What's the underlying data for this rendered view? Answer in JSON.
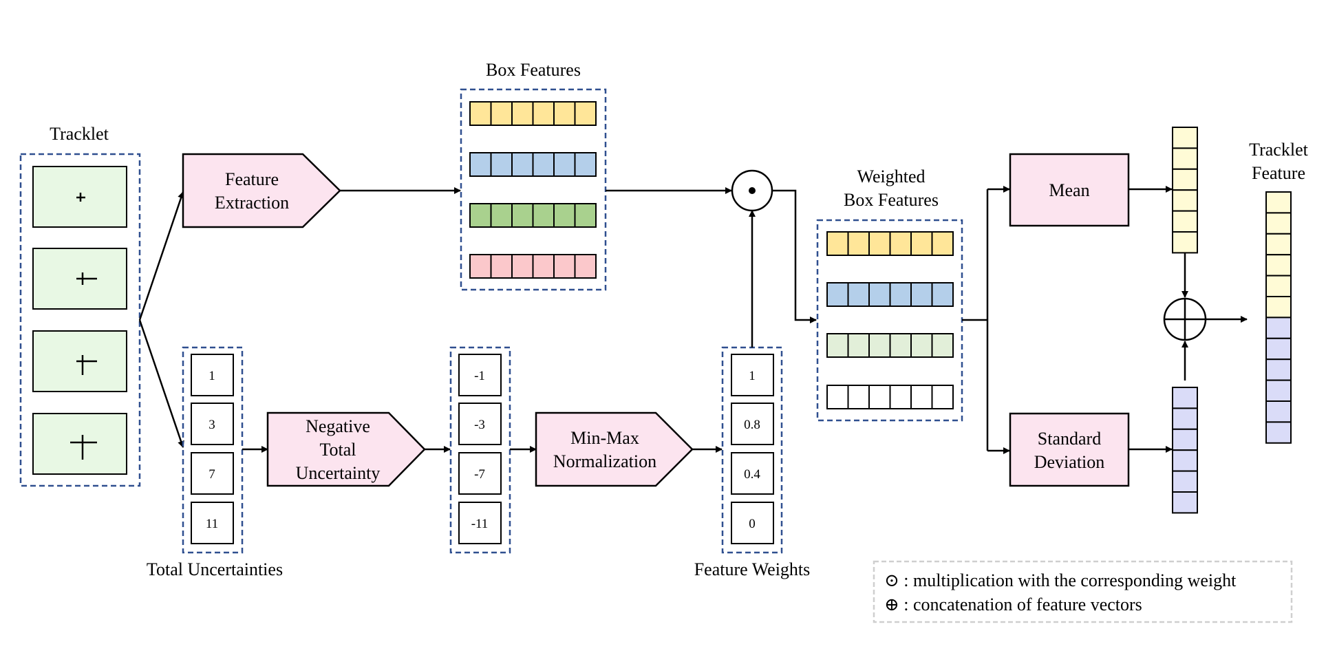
{
  "labels": {
    "tracklet": "Tracklet",
    "box_features": "Box Features",
    "weighted_line1": "Weighted",
    "weighted_line2": "Box Features",
    "tracklet_feature_line1": "Tracklet",
    "tracklet_feature_line2": "Feature",
    "total_uncertainties": "Total Uncertainties",
    "feature_weights": "Feature Weights"
  },
  "blocks": {
    "feature_extraction": [
      "Feature",
      "Extraction"
    ],
    "negative_total_uncertainty": [
      "Negative",
      "Total",
      "Uncertainty"
    ],
    "min_max_normalization": [
      "Min-Max",
      "Normalization"
    ],
    "mean": [
      "Mean"
    ],
    "standard_deviation": [
      "Standard",
      "Deviation"
    ]
  },
  "total_uncertainties": [
    "1",
    "3",
    "7",
    "11"
  ],
  "negative_uncertainties": [
    "-1",
    "-3",
    "-7",
    "-11"
  ],
  "feature_weights": [
    "1",
    "0.8",
    "0.4",
    "0"
  ],
  "legend": {
    "multiply": "⊙ : multiplication with the corresponding weight",
    "concat": "⊕ : concatenation of  feature vectors"
  },
  "colors": {
    "dashed_border": "#2f4f8f",
    "block_fill": "#fce4ef",
    "tracklet_fill": "#e8f8e4",
    "yellow": "#ffe699",
    "blue": "#b4cfea",
    "green": "#a9d18e",
    "pink": "#fbc8cb",
    "light_green": "#e2efd9",
    "white": "#ffffff",
    "pale_yellow": "#fffbd6",
    "lavender": "#dadcf8"
  }
}
